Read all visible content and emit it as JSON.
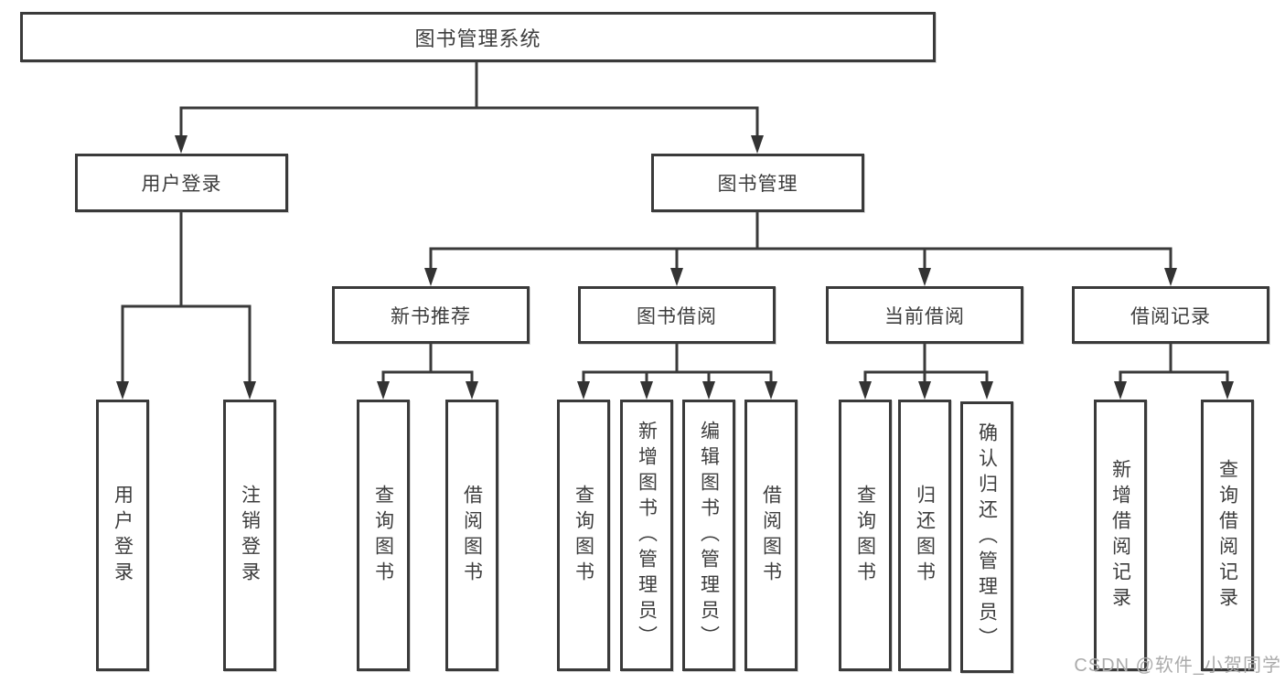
{
  "tree": {
    "root": "图书管理系统",
    "branches": [
      {
        "label": "用户登录",
        "children": [
          "用户登录",
          "注销登录"
        ]
      },
      {
        "label": "图书管理",
        "groups": [
          {
            "label": "新书推荐",
            "children": [
              "查询图书",
              "借阅图书"
            ]
          },
          {
            "label": "图书借阅",
            "children": [
              "查询图书",
              "新增图书（管理员）",
              "编辑图书（管理员）",
              "借阅图书"
            ]
          },
          {
            "label": "当前借阅",
            "children": [
              "查询图书",
              "归还图书",
              "确认归还（管理员）"
            ]
          },
          {
            "label": "借阅记录",
            "children": [
              "新增借阅记录",
              "查询借阅记录"
            ]
          }
        ]
      }
    ]
  },
  "colors": {
    "line": "#3a3a3a",
    "text": "#3d3d3d",
    "watermark": "#ababab"
  },
  "watermark": "CSDN @软件_小贺同学"
}
